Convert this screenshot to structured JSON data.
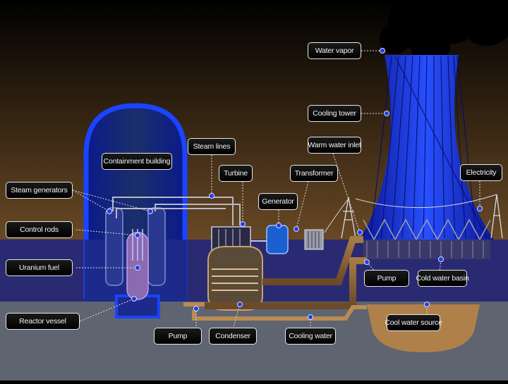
{
  "labels": {
    "water_vapor": "Water vapor",
    "cooling_tower": "Cooling tower",
    "warm_water_inlet": "Warm water inlet",
    "steam_lines": "Steam lines",
    "containment_building": "Containment building",
    "turbine": "Turbine",
    "transformer": "Transformer",
    "electricity": "Electricity",
    "steam_generators": "Steam generators",
    "generator": "Generator",
    "control_rods": "Control rods",
    "uranium_fuel": "Uranium fuel",
    "pump_tower": "Pump",
    "cold_water_basin": "Cold water basin",
    "reactor_vessel": "Reactor vessel",
    "cool_water_source": "Cool water source",
    "pump_condenser": "Pump",
    "condenser": "Condenser",
    "cooling_water": "Cooling water"
  },
  "colors": {
    "sky_top": "#000000",
    "sky_bottom": "#6a4a26",
    "ground": "#2a2a72",
    "underground": "#5e6470",
    "containment": "#1a44ff",
    "tower_blue": "#1f43ff",
    "pipe": "#b98a52",
    "water_source": "#b0804b",
    "leader_line": "#dddddd",
    "marker": "#1b3cff"
  }
}
